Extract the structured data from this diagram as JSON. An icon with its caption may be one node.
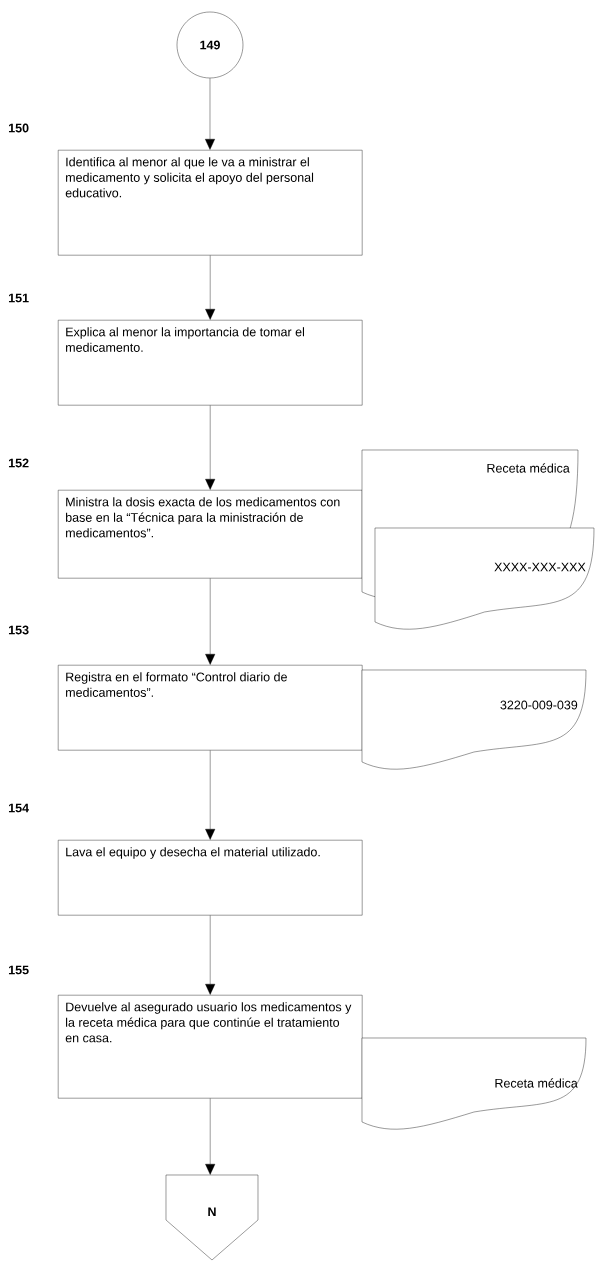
{
  "diagram": {
    "nodes": [
      {
        "text": [
          "149"
        ]
      },
      {
        "text": [
          "Identifica al menor al que le va a ministrar el medicamento y solicita el apoyo del personal educativo."
        ],
        "beside": [
          "150"
        ]
      },
      {
        "text": [
          "Explica al menor la importancia de tomar el medicamento."
        ],
        "beside": [
          "151"
        ]
      },
      {
        "text": [
          "Ministra la dosis exacta de los medicamentos con base en la “Técnica para la ministración de medicamentos”."
        ],
        "beside": [
          "152"
        ]
      },
      {
        "text": [
          "Receta médica"
        ]
      },
      {
        "text": [
          "XXXX-XXX-XXX"
        ]
      },
      {
        "text": [
          "Registra en el formato “Control diario de medicamentos”."
        ],
        "beside": [
          "153"
        ]
      },
      {
        "text": [
          "3220-009-039"
        ]
      },
      {
        "text": [
          "Lava  el equipo y desecha el material utilizado."
        ],
        "beside": [
          "154"
        ]
      },
      {
        "text": [
          "Devuelve al asegurado usuario los medicamentos y la receta médica para que continúe el tratamiento en casa."
        ],
        "beside": [
          "155"
        ]
      },
      {
        "text": [
          "Receta médica"
        ]
      },
      {
        "text": [
          "N"
        ]
      }
    ],
    "edges": [
      {
        "from": 0,
        "to": 1,
        "arrow": "to"
      },
      {
        "from": 1,
        "to": 2,
        "arrow": "to"
      },
      {
        "from": 2,
        "to": 3,
        "arrow": "to"
      },
      {
        "from": 3,
        "to": 6,
        "arrow": "to"
      },
      {
        "from": 6,
        "to": 8,
        "arrow": "to"
      },
      {
        "from": 8,
        "to": 9,
        "arrow": "to"
      },
      {
        "from": 9,
        "to": 11,
        "arrow": "to"
      }
    ]
  }
}
